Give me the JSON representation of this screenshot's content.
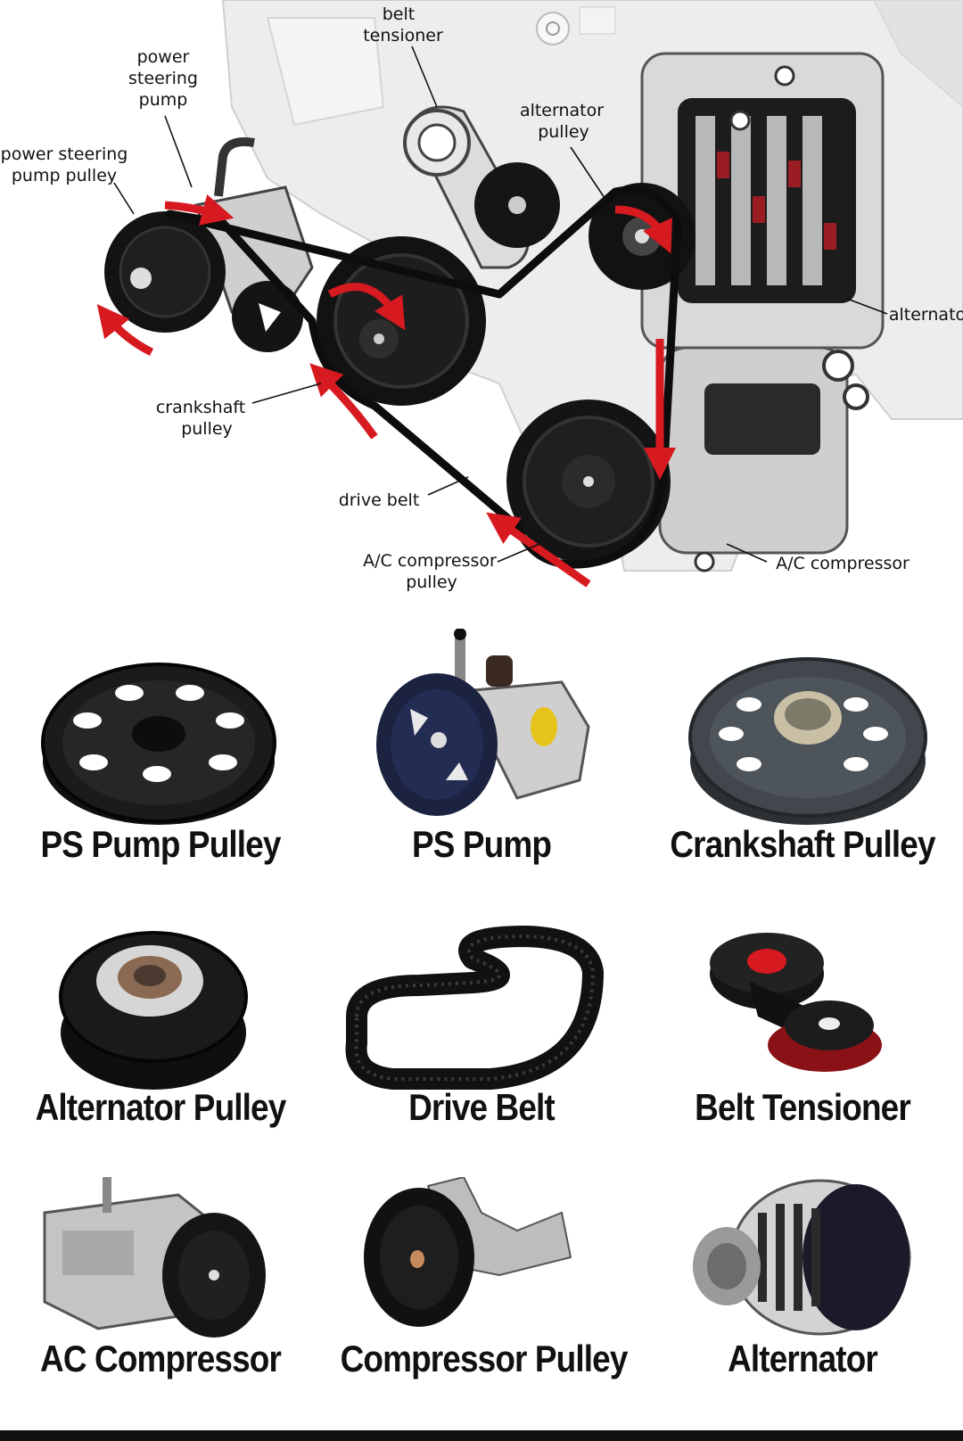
{
  "diagram": {
    "labels": {
      "belt_tensioner": [
        "belt",
        "tensioner"
      ],
      "power_steering_pump": [
        "power",
        "steering",
        "pump"
      ],
      "power_steering_pump_pulley": [
        "power steering",
        "pump pulley"
      ],
      "alternator_pulley": [
        "alternator",
        "pulley"
      ],
      "alternator": "alternato",
      "crankshaft_pulley": [
        "crankshaft",
        "pulley"
      ],
      "drive_belt": "drive belt",
      "ac_compressor_pulley": [
        "A/C compressor",
        "pulley"
      ],
      "ac_compressor": "A/C compressor"
    },
    "colors": {
      "arrow": "#d71920",
      "part": "#141414",
      "metal": "#c8c8c8",
      "engine": "#ececec"
    }
  },
  "parts": [
    {
      "name": "PS Pump Pulley",
      "icon": "ps-pump-pulley-icon"
    },
    {
      "name": "PS Pump",
      "icon": "ps-pump-icon"
    },
    {
      "name": "Crankshaft Pulley",
      "icon": "crankshaft-pulley-icon"
    },
    {
      "name": "Alternator Pulley",
      "icon": "alternator-pulley-icon"
    },
    {
      "name": "Drive Belt",
      "icon": "drive-belt-icon"
    },
    {
      "name": "Belt Tensioner",
      "icon": "belt-tensioner-icon"
    },
    {
      "name": "AC Compressor",
      "icon": "ac-compressor-icon"
    },
    {
      "name": "Compressor Pulley",
      "icon": "compressor-pulley-icon"
    },
    {
      "name": "Alternator",
      "icon": "alternator-icon"
    }
  ]
}
